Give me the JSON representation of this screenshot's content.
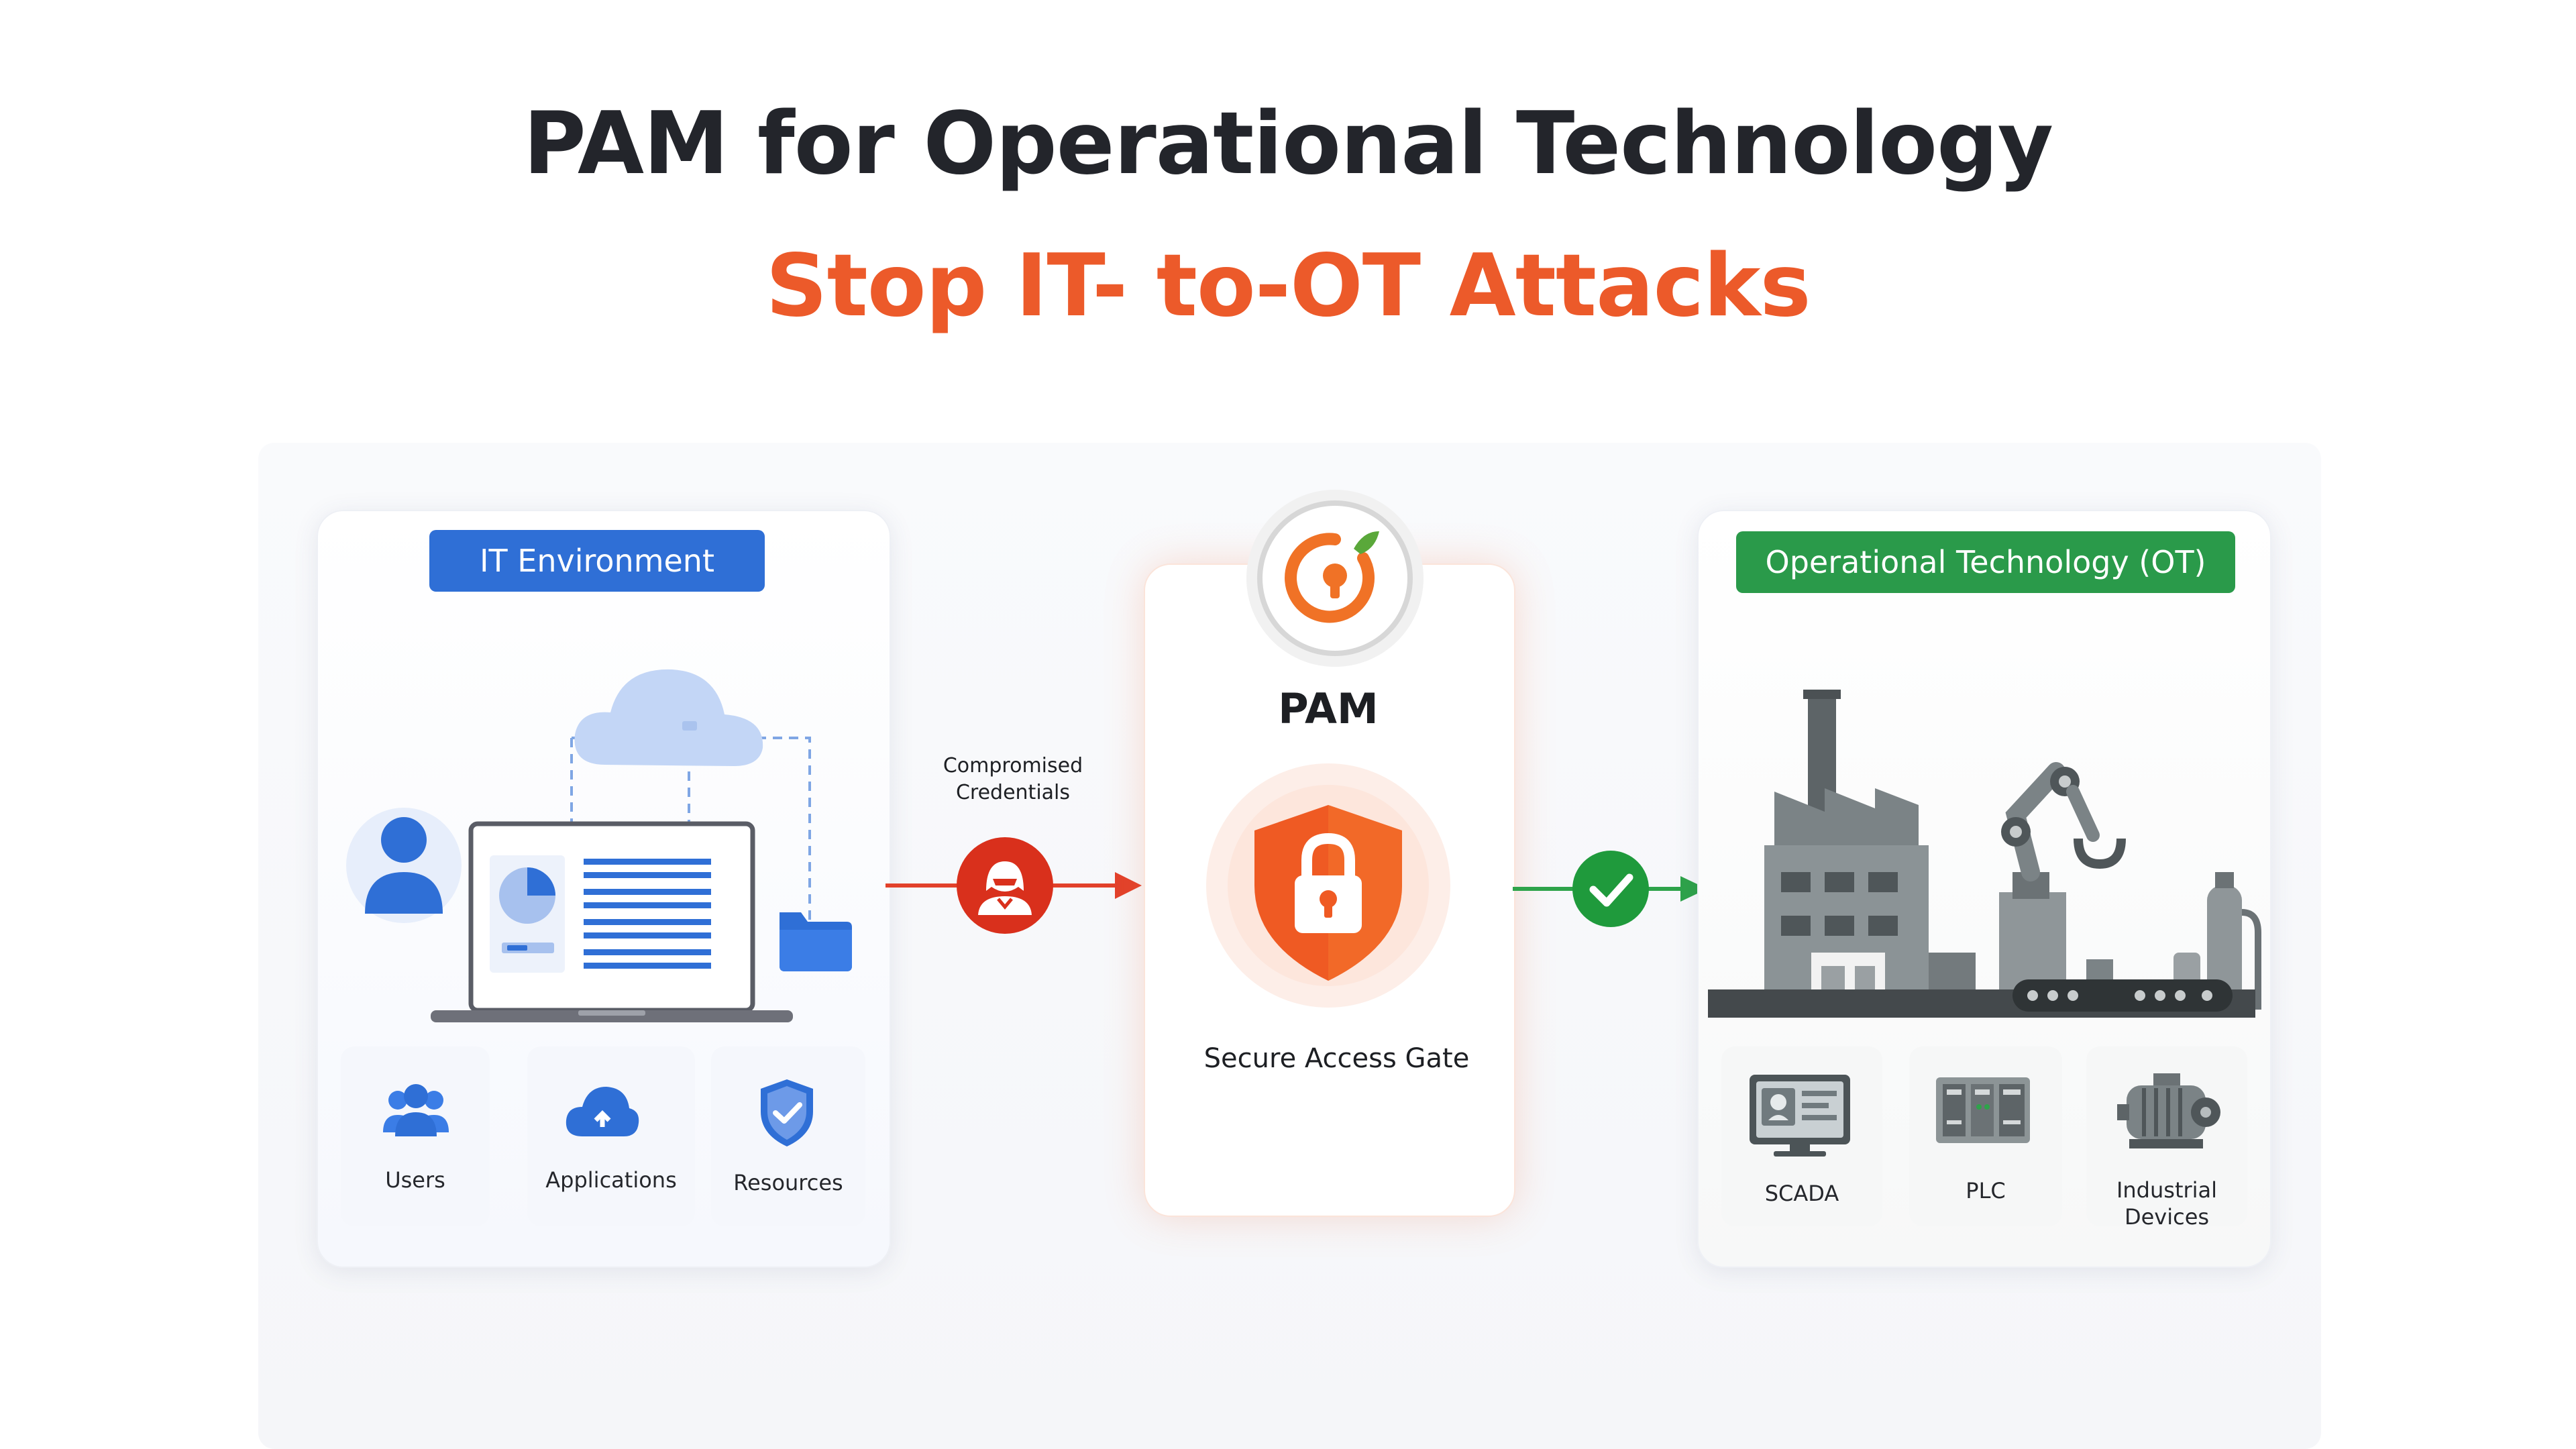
{
  "title": "PAM for Operational Technology",
  "subtitle": "Stop IT- to-OT Attacks",
  "colors": {
    "title": "#23252b",
    "accent_orange": "#ec5a2a",
    "it_blue": "#2f6fd6",
    "ot_green": "#2a9a4a",
    "threat_red": "#d9301c",
    "allow_green": "#1f9a3c"
  },
  "it_environment": {
    "label": "IT Environment",
    "items": [
      {
        "label": "Users",
        "icon": "users-icon"
      },
      {
        "label": "Applications",
        "icon": "cloud-upload-icon"
      },
      {
        "label": "Resources",
        "icon": "shield-check-icon"
      }
    ]
  },
  "flow": {
    "threat_label": "Compromised\nCredentials",
    "threat_icon": "hacker-icon",
    "allow_icon": "check-icon"
  },
  "pam": {
    "label": "PAM",
    "logo_icon": "pam-logo-icon",
    "gate_icon": "shield-lock-icon",
    "gate_label": "Secure Access Gate"
  },
  "ot_environment": {
    "label": "Operational Technology (OT)",
    "items": [
      {
        "label": "SCADA",
        "icon": "scada-monitor-icon"
      },
      {
        "label": "PLC",
        "icon": "plc-icon"
      },
      {
        "label": "Industrial\nDevices",
        "icon": "motor-icon"
      }
    ]
  }
}
